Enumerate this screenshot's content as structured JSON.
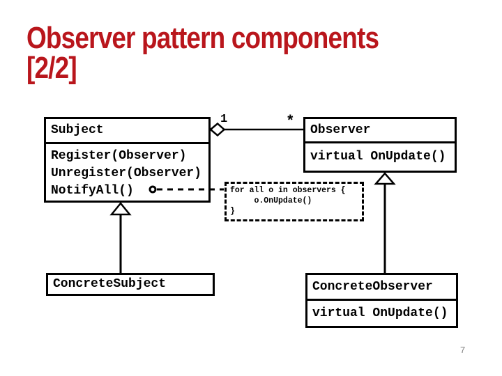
{
  "title": {
    "line1": "Observer pattern components",
    "line2": "[2/2]"
  },
  "colors": {
    "title_red": "#B9161C",
    "page_number_gray": "#7F7F7F",
    "diagram_black": "#000000"
  },
  "page_number": "7",
  "diagram": {
    "subject": {
      "name": "Subject",
      "methods": [
        "Register(Observer)",
        "Unregister(Observer)",
        "NotifyAll()"
      ]
    },
    "observer": {
      "name": "Observer",
      "methods": [
        "virtual OnUpdate()"
      ]
    },
    "concrete_subject": {
      "name": "ConcreteSubject"
    },
    "concrete_observer": {
      "name": "ConcreteObserver",
      "methods": [
        "virtual OnUpdate()"
      ]
    },
    "association": {
      "subject_end_multiplicity": "1",
      "observer_end_multiplicity": "*"
    },
    "note": {
      "code": "for all o in observers {\n     o.OnUpdate()\n}"
    }
  }
}
